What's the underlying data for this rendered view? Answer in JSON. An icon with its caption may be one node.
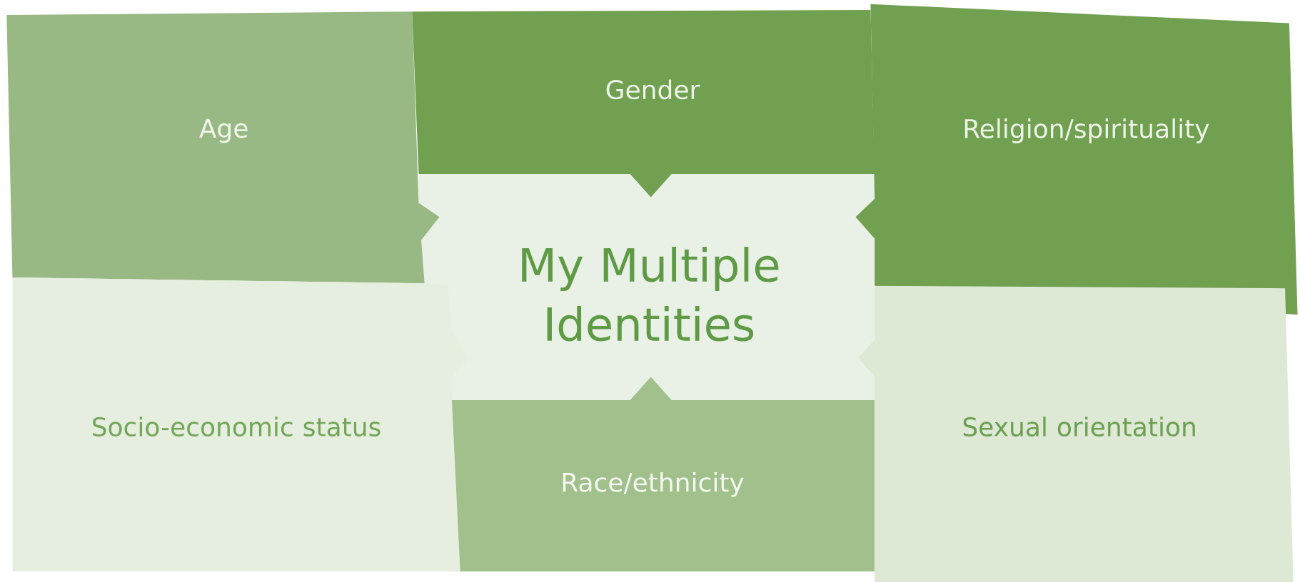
{
  "diagram": {
    "nodes": [
      {
        "text": [
          "Age"
        ]
      },
      {
        "text": [
          "Gender"
        ]
      },
      {
        "text": [
          "Religion/spirituality"
        ]
      },
      {
        "text": [
          "My Multiple Identities"
        ]
      },
      {
        "text": [
          "Socio-economic status"
        ]
      },
      {
        "text": [
          "Race/ethnicity"
        ]
      },
      {
        "text": [
          "Sexual orientation"
        ]
      }
    ]
  }
}
